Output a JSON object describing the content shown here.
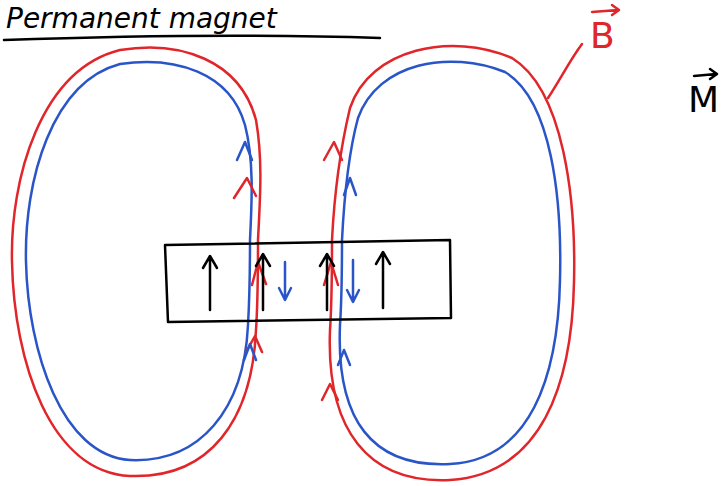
{
  "diagram": {
    "title": "Permanent magnet",
    "labels": [
      "B",
      "M"
    ]
  }
}
